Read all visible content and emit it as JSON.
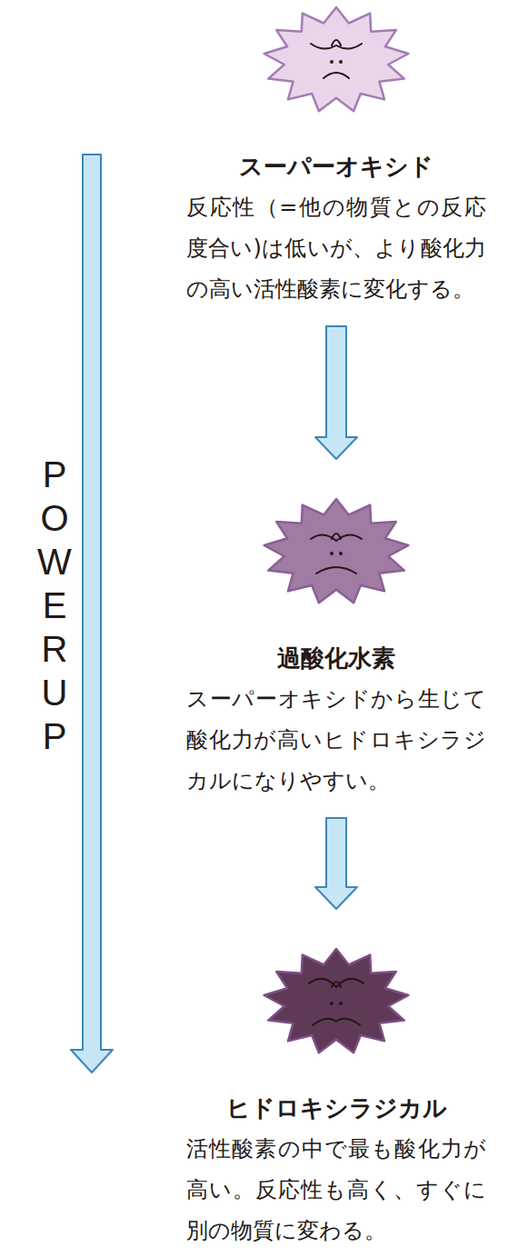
{
  "diagram": {
    "nodes": [
      {
        "text": [
          "スーパーオキシド",
          "反応性（=他の物質との反応度合い)は低いが、より酸化力の高い活性酸素に変化する。"
        ]
      },
      {
        "text": [
          "過酸化水素",
          "スーパーオキシドから生じて酸化力が高いヒドロキシラジカルになりやすい。"
        ]
      },
      {
        "text": [
          "ヒドロキシラジカル",
          "活性酸素の中で最も酸化力が高い。反応性も高く、すぐに別の物質に変わる。"
        ]
      }
    ],
    "edges": [
      {
        "from": 0,
        "to": 1,
        "arrow": "to"
      },
      {
        "from": 1,
        "to": 2,
        "arrow": "to"
      }
    ],
    "labels": [
      "POWER UP"
    ]
  }
}
